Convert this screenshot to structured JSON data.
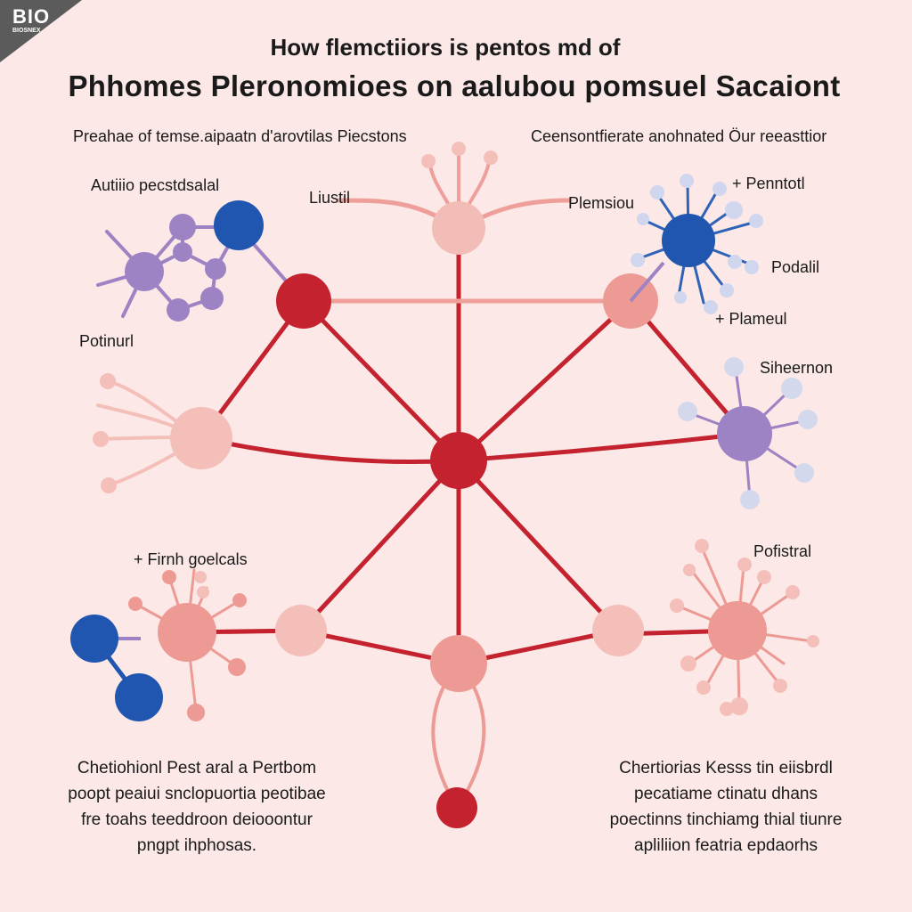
{
  "logo": {
    "text": "BIO",
    "sub": "BIOSNEX"
  },
  "header": {
    "subtitle": "How flemctiiors is pentos md  of",
    "title": "Phhomes Pleronomioes on aalubou  pomsuel  Sacaiont"
  },
  "sections": {
    "left": "Preahae of temse.aipaatn d'arovtilas Piecstons",
    "right": "Ceensontfierate anohnated Öur reeasttior"
  },
  "labels": {
    "autiio": "Autiiio pecstdsalal",
    "liustil": "Liustil",
    "plemsiou": "Plemsiou",
    "penntotl": "+ Penntotl",
    "podalil": "Podalil",
    "plameul": "+ Plameul",
    "potinurl": "Potinurl",
    "siheernon": "Siheernon",
    "firnh": "+ Firnh goelcals",
    "pofistral": "Pofistral"
  },
  "captions": {
    "left": "Chetiohionl Pest aral a Pertbom poopt peaiui snclopuortia peotibae fre toahs teeddroon deiooontur pngpt ihphosas.",
    "right": "Chertiorias Kesss tin eiisbrdl pecatiame ctinatu dhans poectinns tinchiamg thial tiunre apliliion featria epdaorhs"
  },
  "colors": {
    "background": "#fbe8e7",
    "dark_red": "#c3222e",
    "salmon": "#ee9a94",
    "light_pink": "#f4bfb9",
    "blue": "#2056b0",
    "purple": "#9d82c4",
    "pale_lavender": "#d3d8ec"
  },
  "icons": {
    "logo": "corner-logo",
    "nodes": "network-node-circles"
  }
}
